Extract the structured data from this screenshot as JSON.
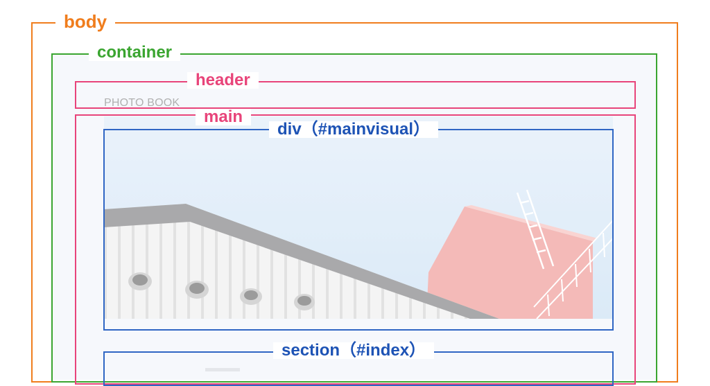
{
  "labels": {
    "body": "body",
    "container": "container",
    "header": "header",
    "main": "main",
    "mainvisual": "div（#mainvisual）",
    "index": "section（#index）"
  },
  "page": {
    "brand": "PHOTO BOOK"
  },
  "colors": {
    "body": "#f07d1d",
    "container": "#3aa530",
    "header": "#e8447a",
    "main": "#e8447a",
    "div": "#2f66c4",
    "section": "#2f66c4"
  }
}
